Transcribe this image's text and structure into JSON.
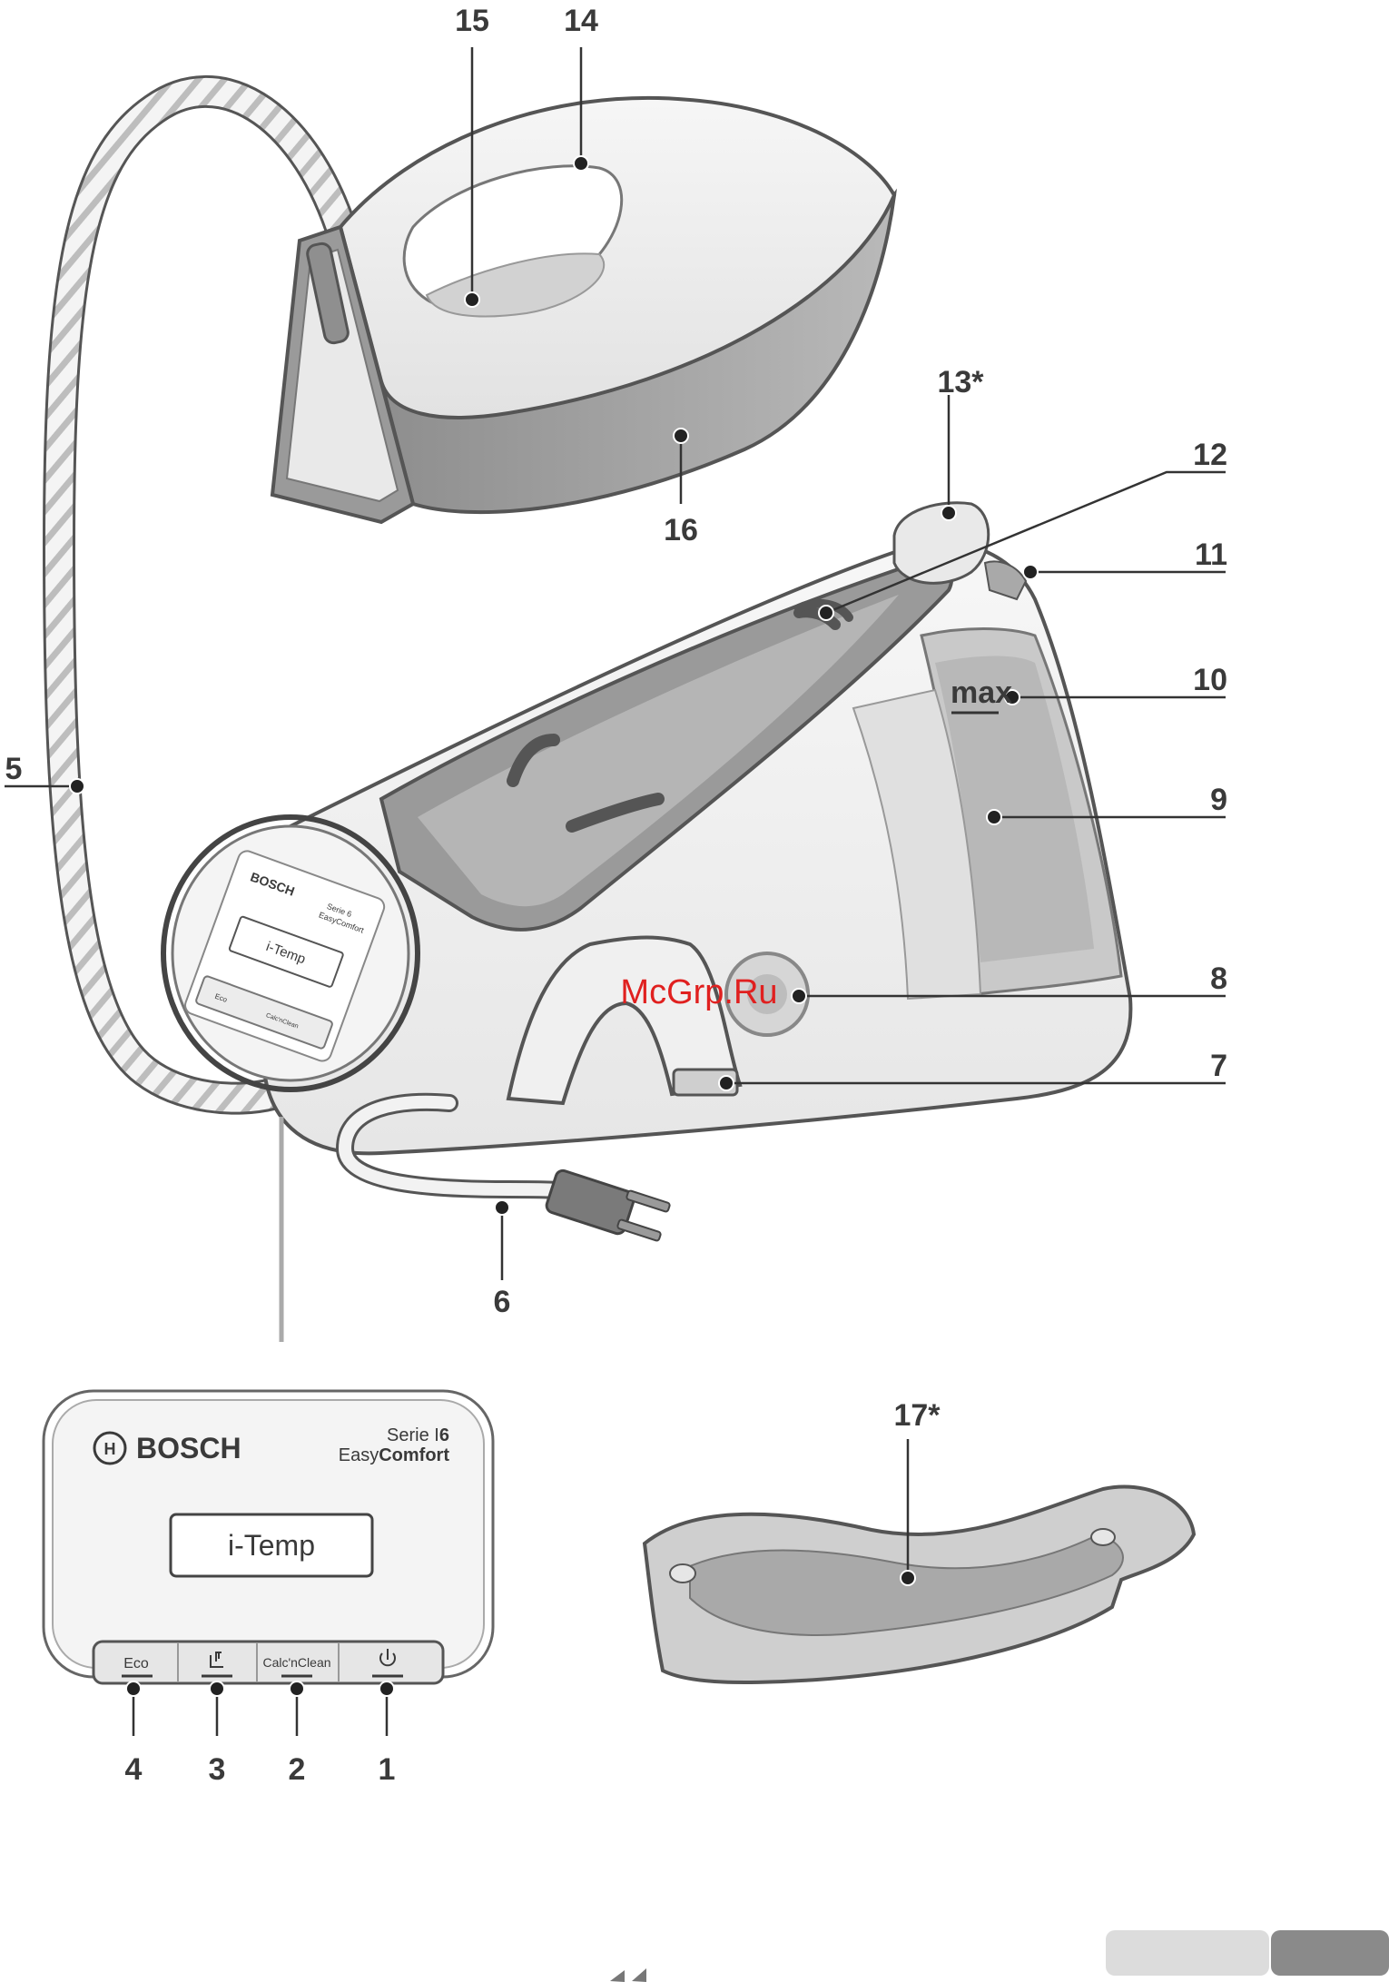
{
  "callouts": {
    "c1": "1",
    "c2": "2",
    "c3": "3",
    "c4": "4",
    "c5": "5",
    "c6": "6",
    "c7": "7",
    "c8": "8",
    "c9": "9",
    "c10": "10",
    "c11": "11",
    "c12": "12",
    "c13": "13*",
    "c14": "14",
    "c15": "15",
    "c16": "16",
    "c17": "17*"
  },
  "tank": {
    "max_label": "max"
  },
  "control_panel": {
    "brand": "BOSCH",
    "series": "Serie",
    "series_number": "6",
    "model_prefix": "Easy",
    "model_suffix": "Comfort",
    "display": "i-Temp",
    "buttons": {
      "eco": "Eco",
      "calc_clean": "Calc'nClean"
    },
    "icons": {
      "steam": "steam-boost-icon",
      "power": "power-icon"
    }
  },
  "small_panel": {
    "brand": "BOSCH",
    "series": "Serie 6",
    "model": "EasyComfort",
    "display": "i-Temp",
    "eco": "Eco",
    "calc_clean": "Calc'nClean"
  },
  "watermark": "McGrp.Ru",
  "colors": {
    "outline": "#555555",
    "body_light": "#f2f2f2",
    "body_mid": "#cfcfcf",
    "body_dark": "#8a8a8a",
    "watermark": "#e0201f"
  }
}
